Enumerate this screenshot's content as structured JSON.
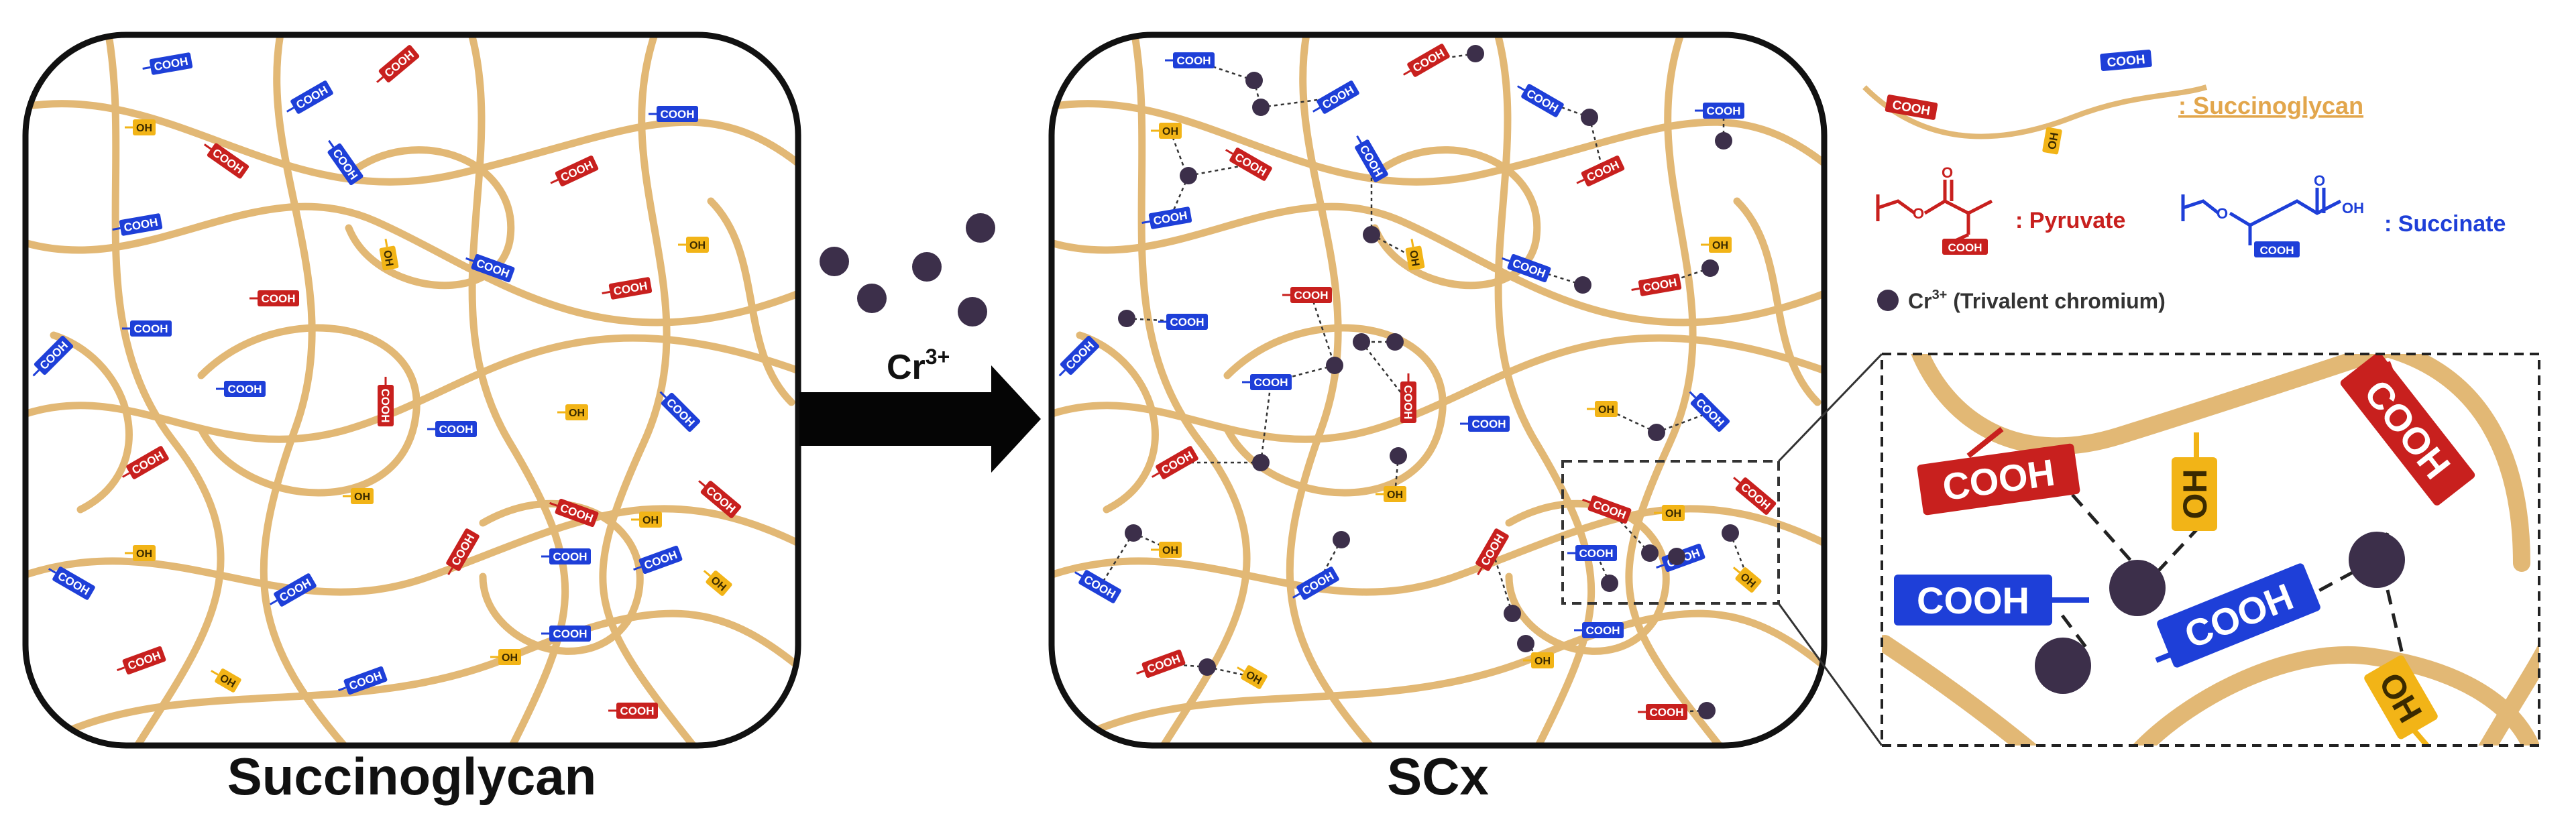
{
  "panels": {
    "left_caption": "Succinoglycan",
    "right_caption": "SCx"
  },
  "reaction": {
    "ion_label": "Cr",
    "ion_superscript": "3+"
  },
  "tags": {
    "cooh": "COOH",
    "oh": "OH"
  },
  "legend": {
    "succinoglycan": ": Succinoglycan",
    "pyruvate": ": Pyruvate",
    "succinate": ": Succinate",
    "chromium_symbol": "Cr",
    "chromium_superscript": "3+",
    "chromium_desc": "(Trivalent chromium)",
    "struct_cooh": "COOH",
    "struct_oh": "OH",
    "struct_o": "O",
    "struct_ester_o": "O"
  },
  "colors": {
    "chain": "#E2B875",
    "pyruvate": "#C8201E",
    "succinate": "#1E3FD8",
    "hydroxyl": "#F2B417",
    "chromium": "#3C2F4A"
  }
}
